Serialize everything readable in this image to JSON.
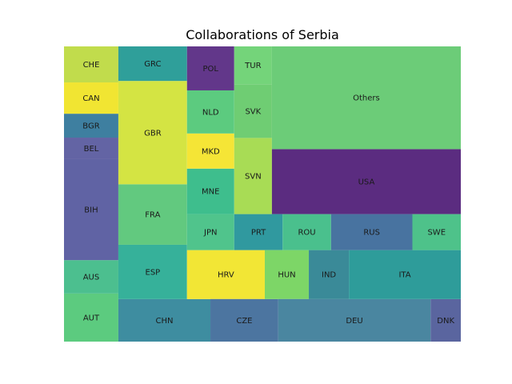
{
  "chart_data": {
    "type": "treemap",
    "title": "Collaborations of Serbia",
    "x_range": [
      0,
      100
    ],
    "y_range": [
      0,
      100
    ],
    "cells": [
      {
        "label": "AUT",
        "x0": 0.0,
        "x1": 13.7,
        "y0": 0.0,
        "y1": 16.3,
        "color": "#5ccb7f"
      },
      {
        "label": "AUS",
        "x0": 0.0,
        "x1": 13.7,
        "y0": 16.3,
        "y1": 27.6,
        "color": "#4cbf8f"
      },
      {
        "label": "BIH",
        "x0": 0.0,
        "x1": 13.7,
        "y0": 27.6,
        "y1": 61.8,
        "color": "#6063a4"
      },
      {
        "label": "BEL",
        "x0": 0.0,
        "x1": 13.7,
        "y0": 61.8,
        "y1": 69.1,
        "color": "#6364a4"
      },
      {
        "label": "BGR",
        "x0": 0.0,
        "x1": 13.7,
        "y0": 69.1,
        "y1": 77.2,
        "color": "#3e7fa0"
      },
      {
        "label": "CAN",
        "x0": 0.0,
        "x1": 13.7,
        "y0": 77.2,
        "y1": 87.8,
        "color": "#f1e532"
      },
      {
        "label": "CHE",
        "x0": 0.0,
        "x1": 13.7,
        "y0": 87.8,
        "y1": 100.0,
        "color": "#c1dc4c"
      },
      {
        "label": "CHN",
        "x0": 13.7,
        "x1": 36.9,
        "y0": 0.0,
        "y1": 14.4,
        "color": "#3e8da0"
      },
      {
        "label": "ESP",
        "x0": 13.7,
        "x1": 31.0,
        "y0": 14.4,
        "y1": 32.8,
        "color": "#36b19a"
      },
      {
        "label": "FRA",
        "x0": 13.7,
        "x1": 31.0,
        "y0": 32.8,
        "y1": 53.3,
        "color": "#62c97f"
      },
      {
        "label": "GBR",
        "x0": 13.7,
        "x1": 31.0,
        "y0": 53.3,
        "y1": 88.3,
        "color": "#d4e443"
      },
      {
        "label": "GRC",
        "x0": 13.7,
        "x1": 31.0,
        "y0": 88.3,
        "y1": 100.0,
        "color": "#2f9f9a"
      },
      {
        "label": "HRV",
        "x0": 31.0,
        "x1": 50.6,
        "y0": 14.4,
        "y1": 31.0,
        "color": "#f2e635"
      },
      {
        "label": "JPN",
        "x0": 31.0,
        "x1": 42.9,
        "y0": 31.0,
        "y1": 43.2,
        "color": "#50c48c"
      },
      {
        "label": "MNE",
        "x0": 31.0,
        "x1": 42.9,
        "y0": 43.2,
        "y1": 58.6,
        "color": "#3ebe8d"
      },
      {
        "label": "MKD",
        "x0": 31.0,
        "x1": 42.9,
        "y0": 58.6,
        "y1": 70.5,
        "color": "#f5e536"
      },
      {
        "label": "NLD",
        "x0": 31.0,
        "x1": 42.9,
        "y0": 70.5,
        "y1": 85.1,
        "color": "#5ccb7f"
      },
      {
        "label": "POL",
        "x0": 31.0,
        "x1": 42.9,
        "y0": 85.1,
        "y1": 100.0,
        "color": "#62378a"
      },
      {
        "label": "PRT",
        "x0": 42.9,
        "x1": 55.1,
        "y0": 31.0,
        "y1": 43.2,
        "color": "#30999f"
      },
      {
        "label": "SVN",
        "x0": 42.9,
        "x1": 52.4,
        "y0": 43.2,
        "y1": 69.0,
        "color": "#a8dc55"
      },
      {
        "label": "SVK",
        "x0": 42.9,
        "x1": 52.4,
        "y0": 69.0,
        "y1": 87.2,
        "color": "#6fcd73"
      },
      {
        "label": "TUR",
        "x0": 42.9,
        "x1": 52.4,
        "y0": 87.2,
        "y1": 100.0,
        "color": "#74d47a"
      },
      {
        "label": "CZE",
        "x0": 36.9,
        "x1": 54.0,
        "y0": 0.0,
        "y1": 14.4,
        "color": "#4c75a0"
      },
      {
        "label": "HUN",
        "x0": 50.6,
        "x1": 61.7,
        "y0": 14.4,
        "y1": 31.0,
        "color": "#7dd667"
      },
      {
        "label": "DEU",
        "x0": 54.0,
        "x1": 92.4,
        "y0": 0.0,
        "y1": 14.4,
        "color": "#4a86a0"
      },
      {
        "label": "DNK",
        "x0": 92.4,
        "x1": 100.0,
        "y0": 0.0,
        "y1": 14.4,
        "color": "#5a659f"
      },
      {
        "label": "IND",
        "x0": 61.7,
        "x1": 71.8,
        "y0": 14.4,
        "y1": 31.0,
        "color": "#3a8a98"
      },
      {
        "label": "ITA",
        "x0": 71.8,
        "x1": 100.0,
        "y0": 14.4,
        "y1": 31.0,
        "color": "#2e9c9a"
      },
      {
        "label": "ROU",
        "x0": 55.1,
        "x1": 67.3,
        "y0": 31.0,
        "y1": 43.2,
        "color": "#4ac08d"
      },
      {
        "label": "RUS",
        "x0": 67.3,
        "x1": 87.8,
        "y0": 31.0,
        "y1": 43.2,
        "color": "#4873a0"
      },
      {
        "label": "SWE",
        "x0": 87.8,
        "x1": 100.0,
        "y0": 31.0,
        "y1": 43.2,
        "color": "#4ec28a"
      },
      {
        "label": "USA",
        "x0": 52.4,
        "x1": 100.0,
        "y0": 43.2,
        "y1": 65.2,
        "color": "#5b2c80"
      },
      {
        "label": "Others",
        "x0": 52.4,
        "x1": 100.0,
        "y0": 65.2,
        "y1": 100.0,
        "color": "#6ccc78"
      }
    ]
  }
}
